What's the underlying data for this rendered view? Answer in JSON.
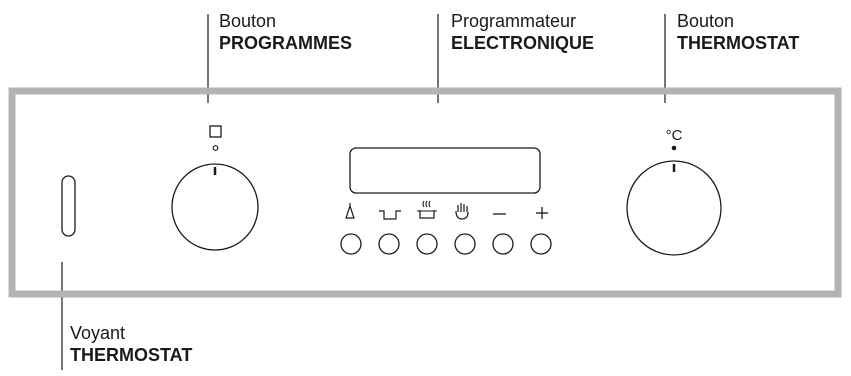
{
  "labels": {
    "programmes": {
      "line1": "Bouton",
      "line2": "PROGRAMMES"
    },
    "programmateur": {
      "line1": "Programmateur",
      "line2": "ELECTRONIQUE"
    },
    "thermostat": {
      "line1": "Bouton",
      "line2": "THERMOSTAT"
    },
    "voyant": {
      "line1": "Voyant",
      "line2": "THERMOSTAT"
    }
  },
  "panel": {
    "thermostat_symbol": "°C",
    "programmer_buttons": [
      {
        "icon": "bell-icon"
      },
      {
        "icon": "cooking-duration-icon"
      },
      {
        "icon": "end-of-cooking-icon"
      },
      {
        "icon": "manual-hand-icon"
      },
      {
        "icon": "minus-icon",
        "symbol": "−"
      },
      {
        "icon": "plus-icon",
        "symbol": "+"
      }
    ]
  },
  "colors": {
    "panel_border": "#b3b3b3",
    "line": "#1a1a1a"
  }
}
